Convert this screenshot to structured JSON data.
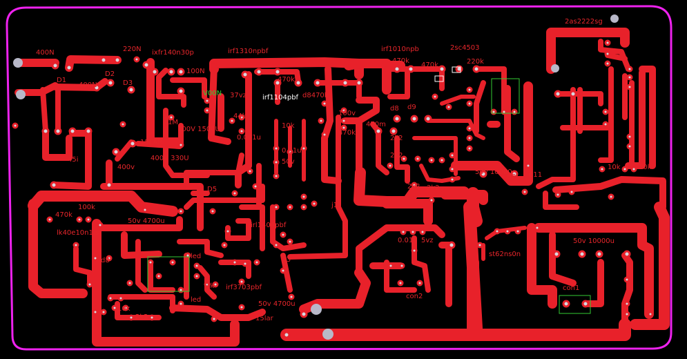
{
  "colors": {
    "background": "#000000",
    "copper": "#e8212a",
    "outline": "#ee22ee",
    "pad": "#b8b8c8",
    "silk_green": "#33cc33",
    "silk_white": "#ffffff"
  },
  "labels": [
    {
      "id": "l-400n",
      "text": "400N"
    },
    {
      "id": "l-220n",
      "text": "220N"
    },
    {
      "id": "l-ixfr",
      "text": "ixfr140n30p"
    },
    {
      "id": "l-irf1310",
      "text": "irf1310npbf"
    },
    {
      "id": "l-irf1010",
      "text": "irf1010npb"
    },
    {
      "id": "l-2sc4503",
      "text": "2sc4503"
    },
    {
      "id": "l-2as2222",
      "text": "2as2222sg"
    },
    {
      "id": "l-d1",
      "text": "D1"
    },
    {
      "id": "l-d2",
      "text": "D2"
    },
    {
      "id": "l-400n2",
      "text": "400N"
    },
    {
      "id": "l-d3",
      "text": "D3"
    },
    {
      "id": "l-100n",
      "text": "100N"
    },
    {
      "id": "l-v00n",
      "text": "V00N"
    },
    {
      "id": "l-470k1",
      "text": "470k"
    },
    {
      "id": "l-470k2",
      "text": "470k"
    },
    {
      "id": "l-470k3",
      "text": "470k"
    },
    {
      "id": "l-220k",
      "text": "220k"
    },
    {
      "id": "l-d8470k",
      "text": "d8470k"
    },
    {
      "id": "l-irf1104",
      "text": "irf1104pbf"
    },
    {
      "id": "l-37vz",
      "text": "37vz"
    },
    {
      "id": "l-44k",
      "text": "44k"
    },
    {
      "id": "l-1m",
      "text": "1M"
    },
    {
      "id": "l-100v1500",
      "text": "100V 1500U"
    },
    {
      "id": "l-10k1",
      "text": "10k"
    },
    {
      "id": "l-100v",
      "text": "100v"
    },
    {
      "id": "l-470m",
      "text": "470m"
    },
    {
      "id": "l-d8",
      "text": "d8"
    },
    {
      "id": "l-d9",
      "text": "d9"
    },
    {
      "id": "l-470k4",
      "text": "470k"
    },
    {
      "id": "l-0001u",
      "text": "0.001u"
    },
    {
      "id": "l-001u",
      "text": "0.01u"
    },
    {
      "id": "l-50v",
      "text": "50v"
    },
    {
      "id": "l-2k2a",
      "text": "2k2"
    },
    {
      "id": "l-2k2b",
      "text": "2k2"
    },
    {
      "id": "l-2k2c",
      "text": "2k2"
    },
    {
      "id": "l-2k2d",
      "text": "2k2"
    },
    {
      "id": "l-15lar",
      "text": "15LAR"
    },
    {
      "id": "l-45i",
      "text": "45i"
    },
    {
      "id": "l-400v",
      "text": "400v"
    },
    {
      "id": "l-400v330",
      "text": "400V 330U"
    },
    {
      "id": "l-d5",
      "text": "D5"
    },
    {
      "id": "l-50v10000a",
      "text": "50v  10000"
    },
    {
      "id": "l-d7",
      "text": "d7"
    },
    {
      "id": "l-d11",
      "text": "d11"
    },
    {
      "id": "l-10k2",
      "text": "10k"
    },
    {
      "id": "l-10k3",
      "text": "10k"
    },
    {
      "id": "l-470k5",
      "text": "470k"
    },
    {
      "id": "l-100k",
      "text": "100k"
    },
    {
      "id": "l-50v4700a",
      "text": "50v  4700u"
    },
    {
      "id": "l-j1",
      "text": "j1"
    },
    {
      "id": "l-irl1404",
      "text": "irl1404pbf"
    },
    {
      "id": "l-lk40",
      "text": "lk40e10n1.s"
    },
    {
      "id": "l-d8b",
      "text": "d8"
    },
    {
      "id": "l-led1",
      "text": "led"
    },
    {
      "id": "l-led2",
      "text": "led"
    },
    {
      "id": "l-1k",
      "text": "1k"
    },
    {
      "id": "l-j3",
      "text": "j3"
    },
    {
      "id": "l-irf3703",
      "text": "irf3703pbf"
    },
    {
      "id": "l-001u2",
      "text": "0.01u"
    },
    {
      "id": "l-5vz",
      "text": "5vz"
    },
    {
      "id": "l-con2",
      "text": "con2"
    },
    {
      "id": "l-st62",
      "text": "st62ns0n"
    },
    {
      "id": "l-50v10000b",
      "text": "50v   10000u"
    },
    {
      "id": "l-con1",
      "text": "con1"
    },
    {
      "id": "l-10k4",
      "text": "10k"
    },
    {
      "id": "l-2k2e",
      "text": "2k2"
    },
    {
      "id": "l-50v4700b",
      "text": "50v  4700u"
    },
    {
      "id": "l-15lar2",
      "text": "15lar"
    },
    {
      "id": "l-1",
      "text": "1"
    }
  ]
}
